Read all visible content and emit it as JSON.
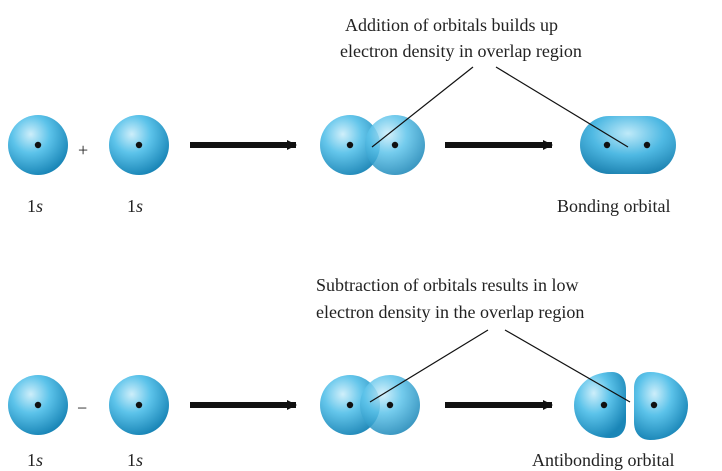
{
  "colors": {
    "sphere_light": "#cdeefa",
    "sphere_mid": "#5cc3ea",
    "sphere_dark": "#1a86b7",
    "nucleus": "#111111",
    "arrow": "#111111",
    "line": "#111111"
  },
  "top": {
    "annotation_line1": "Addition of orbitals builds up",
    "annotation_line2": "electron density in overlap region",
    "operator": "+",
    "label_a_num": "1",
    "label_a_sub": "s",
    "label_b_num": "1",
    "label_b_sub": "s",
    "result_label": "Bonding orbital"
  },
  "bottom": {
    "annotation_line1": "Subtraction of orbitals results in low",
    "annotation_line2": "electron density in the overlap region",
    "operator": "−",
    "label_a_num": "1",
    "label_a_sub": "s",
    "label_b_num": "1",
    "label_b_sub": "s",
    "result_label": "Antibonding orbital"
  }
}
